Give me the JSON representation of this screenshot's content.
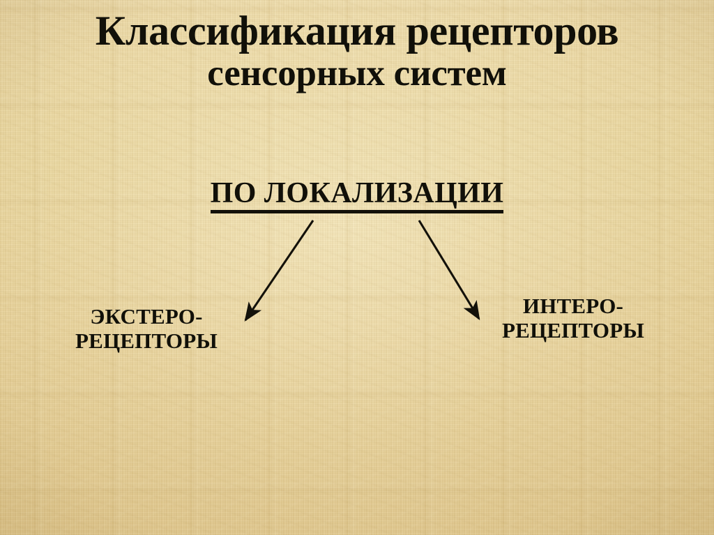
{
  "slide": {
    "title_line1": "Классификация рецепторов",
    "title_line2": "сенсорных систем",
    "section_heading": "ПО ЛОКАЛИЗАЦИИ",
    "branches": [
      {
        "line1": "ЭКСТЕРО-",
        "line2": "РЕЦЕПТОРЫ"
      },
      {
        "line1": "ИНТЕРО-",
        "line2": "РЕЦЕПТОРЫ"
      }
    ],
    "colors": {
      "background": "#e9d5a0",
      "background_dark": "#e3cb92",
      "background_light": "#eedcab",
      "text": "#111009",
      "arrow": "#13110a"
    }
  },
  "chart_data": {
    "type": "diagram",
    "title": "Классификация рецепторов сенсорных систем",
    "subtitle": "ПО ЛОКАЛИЗАЦИИ",
    "nodes": [
      {
        "id": "root",
        "label": "ПО ЛОКАЛИЗАЦИИ",
        "level": 0
      },
      {
        "id": "extero",
        "label": "ЭКСТЕРО-РЕЦЕПТОРЫ",
        "level": 1
      },
      {
        "id": "intero",
        "label": "ИНТЕРО-РЕЦЕПТОРЫ",
        "level": 1
      }
    ],
    "edges": [
      {
        "from": "root",
        "to": "extero",
        "style": "arrow"
      },
      {
        "from": "root",
        "to": "intero",
        "style": "arrow"
      }
    ]
  }
}
